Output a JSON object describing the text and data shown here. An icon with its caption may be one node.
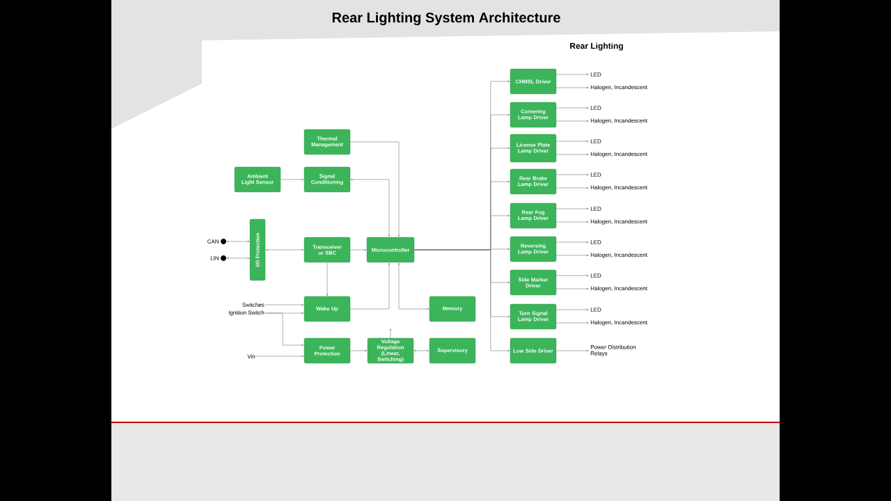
{
  "diagram": {
    "title": "Rear Lighting System Architecture",
    "nodes": [
      {
        "text": [
          "Thermal Management"
        ]
      },
      {
        "text": [
          "Ambient Light Sensor"
        ]
      },
      {
        "text": [
          "Signal Conditioning"
        ]
      },
      {
        "text": [
          "CAN"
        ]
      },
      {
        "text": [
          "LIN"
        ]
      },
      {
        "text": [
          "I/O Protection"
        ]
      },
      {
        "text": [
          "Transceiver or SBC"
        ]
      },
      {
        "text": [
          "Microcontroller"
        ]
      },
      {
        "text": [
          "Switches"
        ]
      },
      {
        "text": [
          "Ignition Switch"
        ]
      },
      {
        "text": [
          "Wake Up"
        ]
      },
      {
        "text": [
          "Memory"
        ]
      },
      {
        "text": [
          "Vin"
        ]
      },
      {
        "text": [
          "Power Protection"
        ]
      },
      {
        "text": [
          "Voltage Regulation (Linear, Switching)"
        ]
      },
      {
        "text": [
          "Supervisory"
        ]
      },
      {
        "text": [
          "CHMSL Driver"
        ]
      },
      {
        "text": [
          "Cornering Lamp Driver"
        ]
      },
      {
        "text": [
          "License Plate Lamp Driver"
        ]
      },
      {
        "text": [
          "Rear Brake Lamp Driver"
        ]
      },
      {
        "text": [
          "Rear Fog Lamp Driver"
        ]
      },
      {
        "text": [
          "Reversing Lamp Driver"
        ]
      },
      {
        "text": [
          "Side Marker Driver"
        ]
      },
      {
        "text": [
          "Turn Signal Lamp Driver"
        ]
      },
      {
        "text": [
          "Low Side Driver"
        ]
      },
      {
        "text": [
          "LED"
        ]
      },
      {
        "text": [
          "Halogen, Incandescent"
        ]
      },
      {
        "text": [
          "LED"
        ]
      },
      {
        "text": [
          "Halogen, Incandescent"
        ]
      },
      {
        "text": [
          "LED"
        ]
      },
      {
        "text": [
          "Halogen, Incandescent"
        ]
      },
      {
        "text": [
          "LED"
        ]
      },
      {
        "text": [
          "Halogen, Incandescent"
        ]
      },
      {
        "text": [
          "LED"
        ]
      },
      {
        "text": [
          "Halogen, Incandescent"
        ]
      },
      {
        "text": [
          "LED"
        ]
      },
      {
        "text": [
          "Halogen, Incandescent"
        ]
      },
      {
        "text": [
          "LED"
        ]
      },
      {
        "text": [
          "Halogen, Incandescent"
        ]
      },
      {
        "text": [
          "LED"
        ]
      },
      {
        "text": [
          "Halogen, Incandescent"
        ]
      },
      {
        "text": [
          "Power Distribution Relays"
        ]
      }
    ],
    "edges": [
      {
        "from": 0,
        "to": 7,
        "arrow": "to"
      },
      {
        "from": 1,
        "to": 2,
        "arrow": "to"
      },
      {
        "from": 2,
        "to": 7,
        "arrow": "both"
      },
      {
        "from": 3,
        "to": 5,
        "arrow": "both"
      },
      {
        "from": 4,
        "to": 5,
        "arrow": "both"
      },
      {
        "from": 5,
        "to": 6,
        "arrow": "both"
      },
      {
        "from": 6,
        "to": 7,
        "arrow": "to"
      },
      {
        "from": 6,
        "to": 10,
        "arrow": "to"
      },
      {
        "from": 7,
        "to": 11,
        "arrow": "both"
      },
      {
        "from": 8,
        "to": 10,
        "arrow": "to"
      },
      {
        "from": 9,
        "to": 10,
        "arrow": "to"
      },
      {
        "from": 9,
        "to": 13,
        "arrow": "to"
      },
      {
        "from": 10,
        "to": 7,
        "arrow": "to"
      },
      {
        "from": 12,
        "to": 13,
        "arrow": "to"
      },
      {
        "from": 13,
        "to": 14,
        "arrow": "to"
      },
      {
        "from": 14,
        "to": 15,
        "arrow": "both"
      },
      {
        "from": 14,
        "to": null,
        "arrow": "to"
      },
      {
        "from": 7,
        "to": 16,
        "arrow": "to"
      },
      {
        "from": 7,
        "to": 17,
        "arrow": "to"
      },
      {
        "from": 7,
        "to": 18,
        "arrow": "to"
      },
      {
        "from": 7,
        "to": 19,
        "arrow": "to"
      },
      {
        "from": 7,
        "to": 20,
        "arrow": "to"
      },
      {
        "from": 7,
        "to": 21,
        "arrow": "to"
      },
      {
        "from": 7,
        "to": 22,
        "arrow": "to"
      },
      {
        "from": 7,
        "to": 23,
        "arrow": "to"
      },
      {
        "from": 7,
        "to": 24,
        "arrow": "to"
      },
      {
        "from": 16,
        "to": 25,
        "arrow": "to"
      },
      {
        "from": 16,
        "to": 26,
        "arrow": "to"
      },
      {
        "from": 17,
        "to": 27,
        "arrow": "to"
      },
      {
        "from": 17,
        "to": 28,
        "arrow": "to"
      },
      {
        "from": 18,
        "to": 29,
        "arrow": "to"
      },
      {
        "from": 18,
        "to": 30,
        "arrow": "to"
      },
      {
        "from": 19,
        "to": 31,
        "arrow": "to"
      },
      {
        "from": 19,
        "to": 32,
        "arrow": "to"
      },
      {
        "from": 20,
        "to": 33,
        "arrow": "to"
      },
      {
        "from": 20,
        "to": 34,
        "arrow": "to"
      },
      {
        "from": 21,
        "to": 35,
        "arrow": "to"
      },
      {
        "from": 21,
        "to": 36,
        "arrow": "to"
      },
      {
        "from": 22,
        "to": 37,
        "arrow": "to"
      },
      {
        "from": 22,
        "to": 38,
        "arrow": "to"
      },
      {
        "from": 23,
        "to": 39,
        "arrow": "to"
      },
      {
        "from": 23,
        "to": 40,
        "arrow": "to"
      },
      {
        "from": 24,
        "to": 41,
        "arrow": "to"
      }
    ],
    "labels": [
      "Rear Lighting"
    ]
  }
}
